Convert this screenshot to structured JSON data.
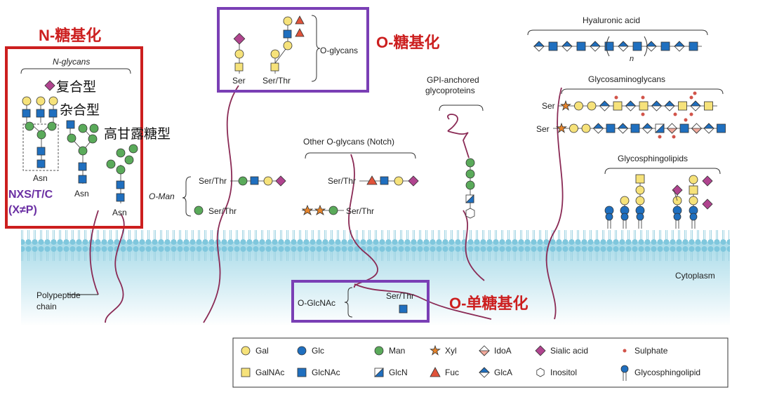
{
  "annotations": {
    "n_glyco_title": "N-糖基化",
    "o_glyco_title": "O-糖基化",
    "o_mono_title": "O-单糖基化",
    "complex": "复合型",
    "hybrid": "杂合型",
    "high_mannose": "高甘露糖型",
    "sequon_line1": "NXS/T/C",
    "sequon_line2": "(X≠P)"
  },
  "labels": {
    "n_glycans": "N-glycans",
    "asn": "Asn",
    "o_glycans": "O-glycans",
    "ser": "Ser",
    "ser_thr": "Ser/Thr",
    "o_man": "O-Man",
    "other_o_glycans": "Other O-glycans (Notch)",
    "gpi_line1": "GPI-anchored",
    "gpi_line2": "glycoproteins",
    "hyaluronic_acid": "Hyaluronic acid",
    "n_repeat": "n",
    "glycosaminoglycans": "Glycosaminoglycans",
    "glycosphingolipids": "Glycosphingolipids",
    "cytoplasm": "Cytoplasm",
    "polypeptide_line1": "Polypeptide",
    "polypeptide_line2": "chain",
    "o_glcnac": "O-GlcNAc"
  },
  "legend": [
    {
      "symbol": "circle-yellow",
      "label": "Gal"
    },
    {
      "symbol": "circle-blue",
      "label": "Glc"
    },
    {
      "symbol": "circle-green",
      "label": "Man"
    },
    {
      "symbol": "star-orange",
      "label": "Xyl"
    },
    {
      "symbol": "diamond-half-red",
      "label": "IdoA"
    },
    {
      "symbol": "diamond-purple",
      "label": "Sialic acid"
    },
    {
      "symbol": "dot-red",
      "label": "Sulphate"
    },
    {
      "symbol": "square-yellow",
      "label": "GalNAc"
    },
    {
      "symbol": "square-blue",
      "label": "GlcNAc"
    },
    {
      "symbol": "square-half-blue",
      "label": "GlcN"
    },
    {
      "symbol": "triangle-red",
      "label": "Fuc"
    },
    {
      "symbol": "diamond-half-blue",
      "label": "GlcA"
    },
    {
      "symbol": "hexagon-white",
      "label": "Inositol"
    },
    {
      "symbol": "lipid-icon",
      "label": "Glycosphingolipid"
    }
  ],
  "colors": {
    "gal": "#f6e27a",
    "glc": "#1f6fbf",
    "man": "#5aaa5a",
    "xyl": "#e8842a",
    "fuc": "#e0533a",
    "sialic": "#b0448f",
    "membrane": "#9fd6e6",
    "cytoplasm": "#bfe4ee",
    "chain": "#8a2a55",
    "red_box": "#cc1f1f",
    "purple_box": "#7a3fb5"
  }
}
